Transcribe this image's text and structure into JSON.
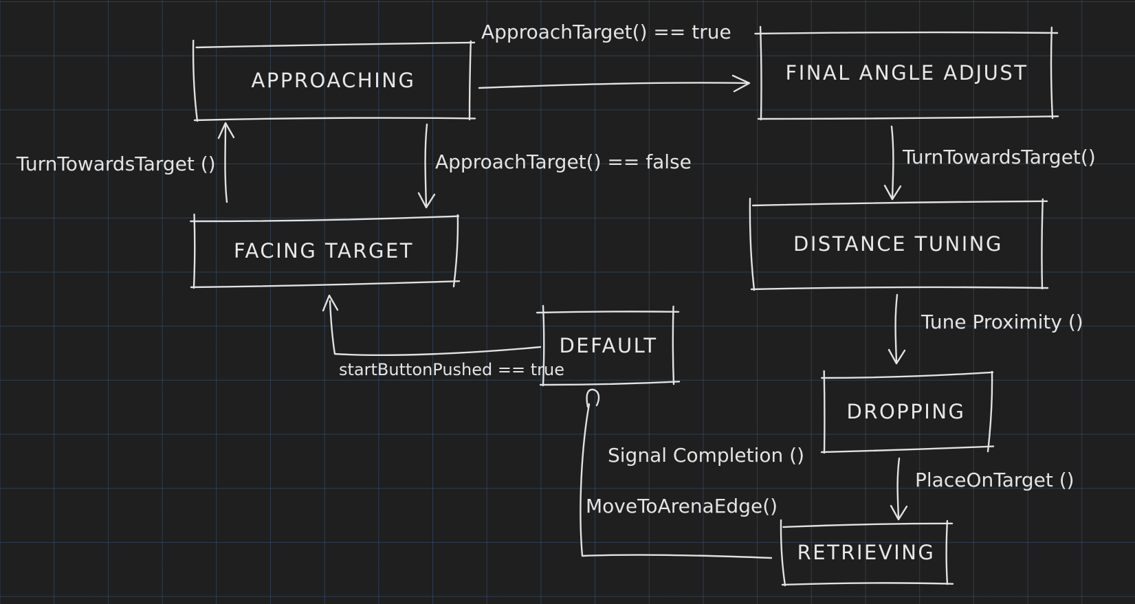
{
  "theme": {
    "background": "#1f1f1f",
    "grid_color": "#3a5f8c",
    "stroke": "#e2e2e2",
    "text": "#e6e6e6"
  },
  "diagram": {
    "type": "state-machine",
    "nodes": [
      {
        "id": "approaching",
        "label": "APPROACHING"
      },
      {
        "id": "final-angle-adjust",
        "label": "FINAL ANGLE ADJUST"
      },
      {
        "id": "facing-target",
        "label": "FACING TARGET"
      },
      {
        "id": "distance-tuning",
        "label": "DISTANCE TUNING"
      },
      {
        "id": "default",
        "label": "DEFAULT"
      },
      {
        "id": "dropping",
        "label": "DROPPING"
      },
      {
        "id": "retrieving",
        "label": "RETRIEVING"
      }
    ],
    "edges": [
      {
        "from": "approaching",
        "to": "final-angle-adjust",
        "label": "ApproachTarget() == true"
      },
      {
        "from": "approaching",
        "to": "facing-target",
        "label": "ApproachTarget() == false"
      },
      {
        "from": "facing-target",
        "to": "approaching",
        "label": "TurnTowardsTarget ()"
      },
      {
        "from": "final-angle-adjust",
        "to": "distance-tuning",
        "label": "TurnTowardsTarget()"
      },
      {
        "from": "distance-tuning",
        "to": "dropping",
        "label": "Tune Proximity ()"
      },
      {
        "from": "dropping",
        "to": "retrieving",
        "label": "PlaceOnTarget ()"
      },
      {
        "from": "default",
        "to": "facing-target",
        "label": "startButtonPushed == true"
      },
      {
        "from": "retrieving",
        "to": "default",
        "labels": [
          "Signal Completion ()",
          "MoveToArenaEdge()"
        ]
      }
    ]
  }
}
